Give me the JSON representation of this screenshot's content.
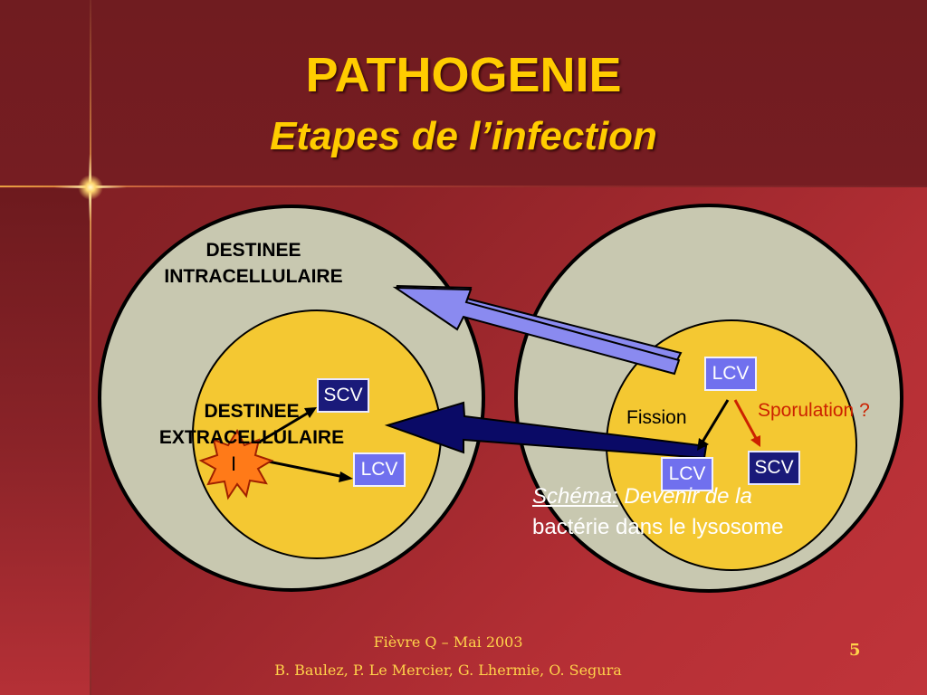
{
  "title": "PATHOGENIE",
  "subtitle": "Etapes de l’infection",
  "left_cell": {
    "label_intra_line1": "DESTINEE",
    "label_intra_line2": "INTRACELLULAIRE",
    "label_extra_line1": "DESTINEE",
    "label_extra_line2": "EXTRACELLULAIRE",
    "scv": "SCV",
    "lcv": "LCV",
    "infection_marker": "I"
  },
  "right_cell": {
    "lcv_top": "LCV",
    "fission": "Fission",
    "sporulation": "Sporulation ?",
    "lcv_bottom": "LCV",
    "scv": "SCV"
  },
  "caption": {
    "prefix": "Schéma:",
    "text1": " Devenir de la",
    "text2": "bactérie dans le lysosome"
  },
  "footer": {
    "line1": "Fièvre Q – Mai 2003",
    "line2": "B. Baulez, P. Le Mercier, G. Lhermie, O. Segura",
    "page": "5"
  },
  "colors": {
    "cell": "#c8c8b0",
    "vacuole": "#f4c832",
    "arrow_light": "#8a8af0",
    "arrow_dark": "#0a0a66",
    "scv_box": "#1a1a7a",
    "lcv_box": "#7070ee",
    "title": "#ffcc00"
  }
}
